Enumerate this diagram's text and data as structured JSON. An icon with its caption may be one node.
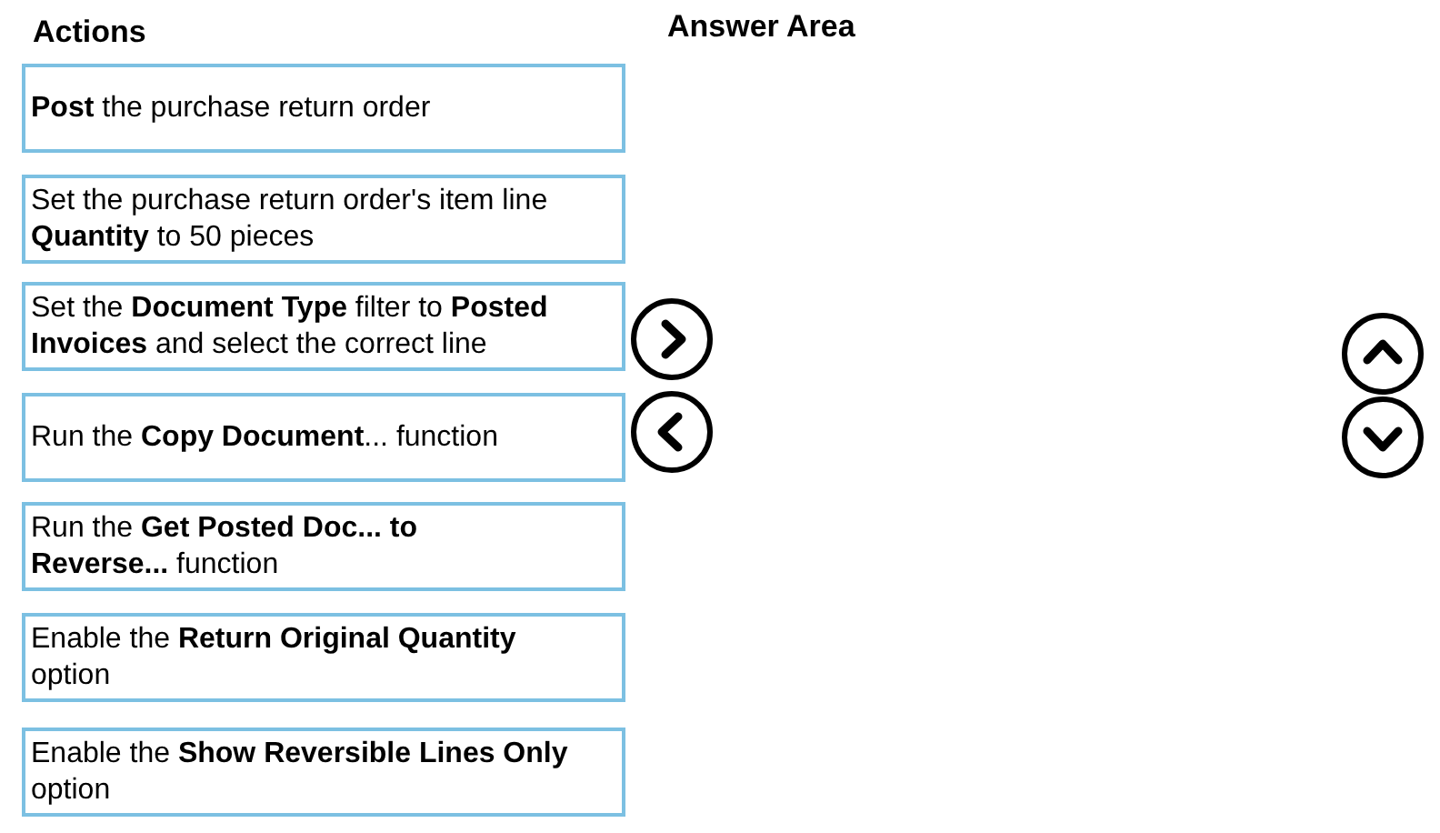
{
  "diagram": {
    "nodes": [
      {
        "text": [
          "**Post** the purchase return order"
        ]
      },
      {
        "text": [
          "Set the purchase return order's item line **Quantity** to 50 pieces"
        ]
      },
      {
        "text": [
          "Set the **Document Type** filter to **Posted Invoices** and select the correct line"
        ]
      },
      {
        "text": [
          "Run the **Copy Document**... function"
        ]
      },
      {
        "text": [
          "Run the **Get Posted Doc... to Reverse...** function"
        ]
      },
      {
        "text": [
          "Enable the **Return Original Quantity** option"
        ]
      },
      {
        "text": [
          "Enable the **Show Reversible Lines Only** option"
        ]
      }
    ],
    "labels": [
      "Actions",
      "Answer Area"
    ]
  }
}
